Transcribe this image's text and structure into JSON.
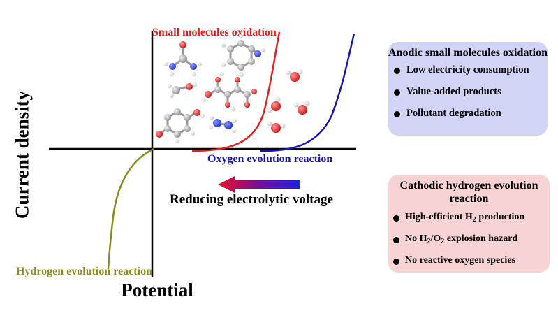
{
  "axes": {
    "y_label": "Current density",
    "x_label": "Potential"
  },
  "curve_labels": {
    "small_molecules": "Small molecules oxidation",
    "oer": "Oxygen evolution reaction",
    "her": "Hydrogen evolution reaction"
  },
  "arrow_label": "Reducing electrolytic voltage",
  "anodic_panel": {
    "title": "Anodic small molecules oxidation",
    "items": [
      "Low electricity consumption",
      "Value-added products",
      "Pollutant degradation"
    ]
  },
  "cathodic_panel": {
    "title": "Cathodic hydrogen evolution reaction",
    "items": [
      {
        "pre": "High-efficient H",
        "sub": "2",
        "post": " production"
      },
      {
        "pre": "No H",
        "sub": "2",
        "mid": "/O",
        "sub2": "2",
        "post": " explosion hazard"
      },
      {
        "pre": "No reactive oxygen species"
      }
    ]
  },
  "colors": {
    "small_molecules_curve": "#e02020",
    "oer_curve": "#1515b0",
    "her_curve": "#8a8a1e",
    "anodic_panel_bg": "#d2d4f6",
    "cathodic_panel_bg": "#f8d3d3",
    "arrow_start": "#e8102a",
    "arrow_end": "#1a20d8"
  }
}
